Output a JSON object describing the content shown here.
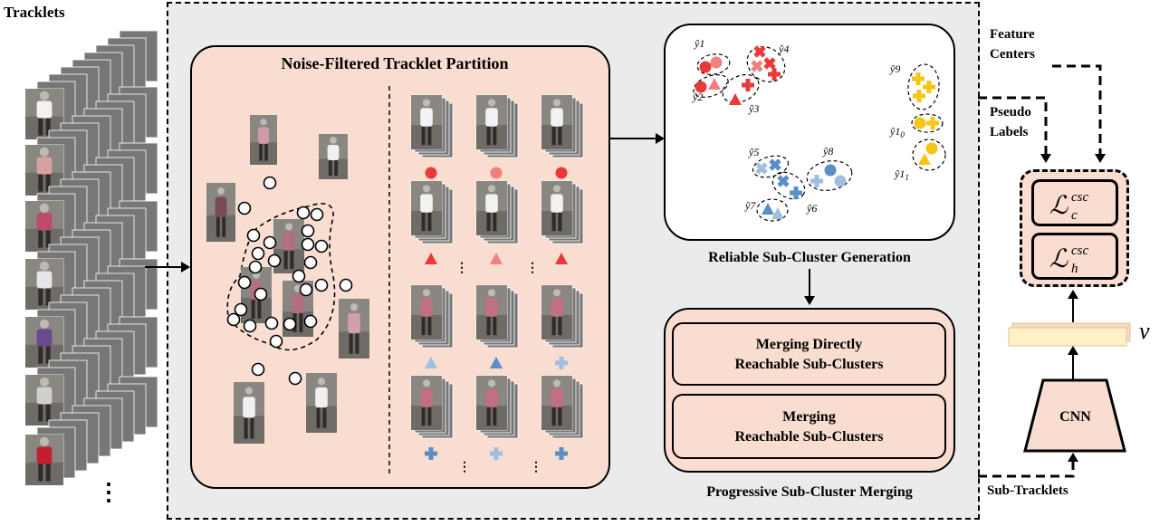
{
  "labels": {
    "tracklets": "Tracklets",
    "feature_centers_line1": "Feature",
    "feature_centers_line2": "Centers",
    "pseudo_labels_line1": "Pseudo",
    "pseudo_labels_line2": "Labels",
    "sub_tracklets": "Sub-Tracklets",
    "v": "v",
    "cnn": "CNN"
  },
  "partition": {
    "title": "Noise-Filtered Tracklet Partition"
  },
  "reliable": {
    "caption": "Reliable Sub-Cluster Generation",
    "cluster_labels": [
      "ŷ1",
      "ŷ2",
      "ŷ3",
      "ŷ4",
      "ŷ5",
      "ŷ6",
      "ŷ7",
      "ŷ8",
      "ŷ9",
      "ŷ10",
      "ŷ11"
    ]
  },
  "progressive": {
    "caption": "Progressive Sub-Cluster Merging",
    "box1_line1": "Merging Directly",
    "box1_line2": "Reachable Sub-Clusters",
    "box2_line1": "Merging",
    "box2_line2": "Reachable Sub-Clusters"
  },
  "losses": {
    "loss_c": "L_c^csc",
    "loss_h": "L_h^csc"
  },
  "colors": {
    "panel_fill": "#f9ddd0",
    "gray_bg": "#ebebeb",
    "red": "#e83a3a",
    "pink": "#f08080",
    "blue": "#5b8ec6",
    "light_blue": "#9fbfe0",
    "yellow": "#f5c518"
  }
}
